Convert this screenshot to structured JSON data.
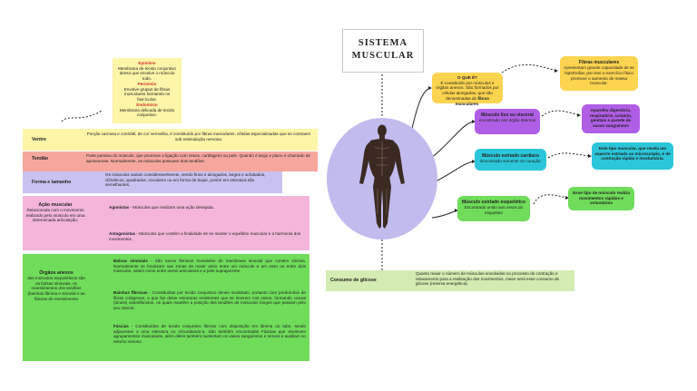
{
  "title": {
    "line1": "SISTEMA",
    "line2": "MUSCULAR"
  },
  "colors": {
    "yellow": "#fdf5a8",
    "salmon": "#f6a79d",
    "lavender": "#c9c2f0",
    "pink": "#f3b6da",
    "green": "#6fdc5a",
    "light_green": "#d3ecb1",
    "orange_yellow": "#fdd44f",
    "purple": "#b05ee6",
    "cyan": "#2cc6da",
    "circle": "#c2bbee"
  },
  "left": {
    "layers_note": {
      "epimisio_title": "Epimísio",
      "epimisio_text": "Membrana de tecido conjuntivo denso que envolve o músculo todo.",
      "perimisio_title": "Perimísio",
      "perimisio_text": "Envolve grupos de fibras musculares formando os fascículos.",
      "endomisio_title": "Endomísio",
      "endomisio_text": "Membrana delicada de tecido conjuntivo."
    },
    "ventre": {
      "label": "Ventre",
      "text": "Porção carnosa e contrátil, de cor vermelha, é constituído por fibras musculares, células especializadas que se contraem sob estimulação nervosa."
    },
    "tendao": {
      "label": "Tendão",
      "text": "Parte passiva do músculo, que promove a ligação com ossos, cartilagens ou pele. Quando é largo e plano é chamado de aponeurose. Normalmente, os músculos possuem dois tendões."
    },
    "forma": {
      "label": "Forma e tamanho",
      "text": "Os músculos variam consideravelmente, sendo finos e alongados, largos e achatados, cilíndricos, quadrados, circulares ou em forma de leque, porém em estrutura são semelhantes."
    },
    "acao": {
      "label": "Ação muscular",
      "text": "Relacionada com o movimento realizado pelo músculo em uma determinada articulação.",
      "agonistas_title": "Agonistas",
      "agonistas_text": " - Músculos que realizam uma ação desejada.",
      "antagonistas_title": "Antagonistas",
      "antagonistas_text": " - Músculos que contém a finalidade de se manter o equilíbrio muscular e a harmonia dos movimentos."
    },
    "orgaos": {
      "label": "Órgãos anexos",
      "text": "dos músculos esqueléticos são as bolsas sinoviais, os revestimentos dos tendões (bainhas fibrosa e sinovial e as fáscias de revestimento",
      "bolsas_title": "Bolsas sinoviais",
      "bolsas_text": " - São sacos fibrosos revestidos de membrana sinovial que contém sinóvia. Normalmente se localizam nas zonas de maior atrito entre um músculo e um osso ou entre dois músculos, assim como entre ossos articulares e a pele suprajacente.",
      "bainhas_title": "Bainhas fibrosas",
      "bainhas_text": " - Constituídas por tecido conjuntivo denso modelado, portanto com predomínio de fibras colágenas, o que faz delas estruturas resistentes que se inserem nos ossos, formando canais (túneis) osteofibrosos, os quais mantêm a posição dos tendões de músculos longos que passam pelo seu interior.",
      "fascias_title": "Fáscias",
      "fascias_text": " - Constituídas de tecido conjuntivo fibroso com disposição em lâmina ou tubo, sendo adjacentes a uma estrutura ou circundando-a. São também encontradas Fáscias que envolvem agrupamentos musculares, além deles também sustentam os vasos sanguíneos e nervos e auxiliam no retorno venoso."
    }
  },
  "right": {
    "oque": {
      "title": "O QUE É?",
      "text_a": "É constituído por músculos e órgãos anexos. São formados por células alongadas, que são denominadas de ",
      "text_b": "fibras musculares",
      "text_c": "."
    },
    "fibras": {
      "title": "Fibras musculares",
      "text": "Apresentam grande capacidade de se hipertrofiar, por isso o exercício físico promove o aumento de massa muscular."
    },
    "liso": {
      "title": "Músculo liso ou visceral",
      "text": "encontrado nos órgão internos"
    },
    "liso_note": {
      "text": "Aparelho digestório, respiratório, urinário, genitais e parede de vasos sanguíneos"
    },
    "cardiaco": {
      "title": "Músculo estriado cardíaco",
      "text": "Encontrado somente no coração"
    },
    "cardiaco_note": {
      "text": "Este tipo muscular, que revela um aspecto estriado ao microscópio, é de contração rápida e involuntária."
    },
    "esqueletico": {
      "title": "Músculo estriado esquelético",
      "text": "Encontrado unido aos ossos do esqueleto"
    },
    "esqueletico_note": {
      "text": "Esse tipo de músculo realiza movimentos rápidos e voluntários"
    },
    "glicose": {
      "label": "Consumo de glicose",
      "text": "Quanto maior o número de músculos envolvidos no processo de contração e relaxamento para a realização dos movimentos, maior será esse consumo de glicose (reserva energética)."
    }
  }
}
